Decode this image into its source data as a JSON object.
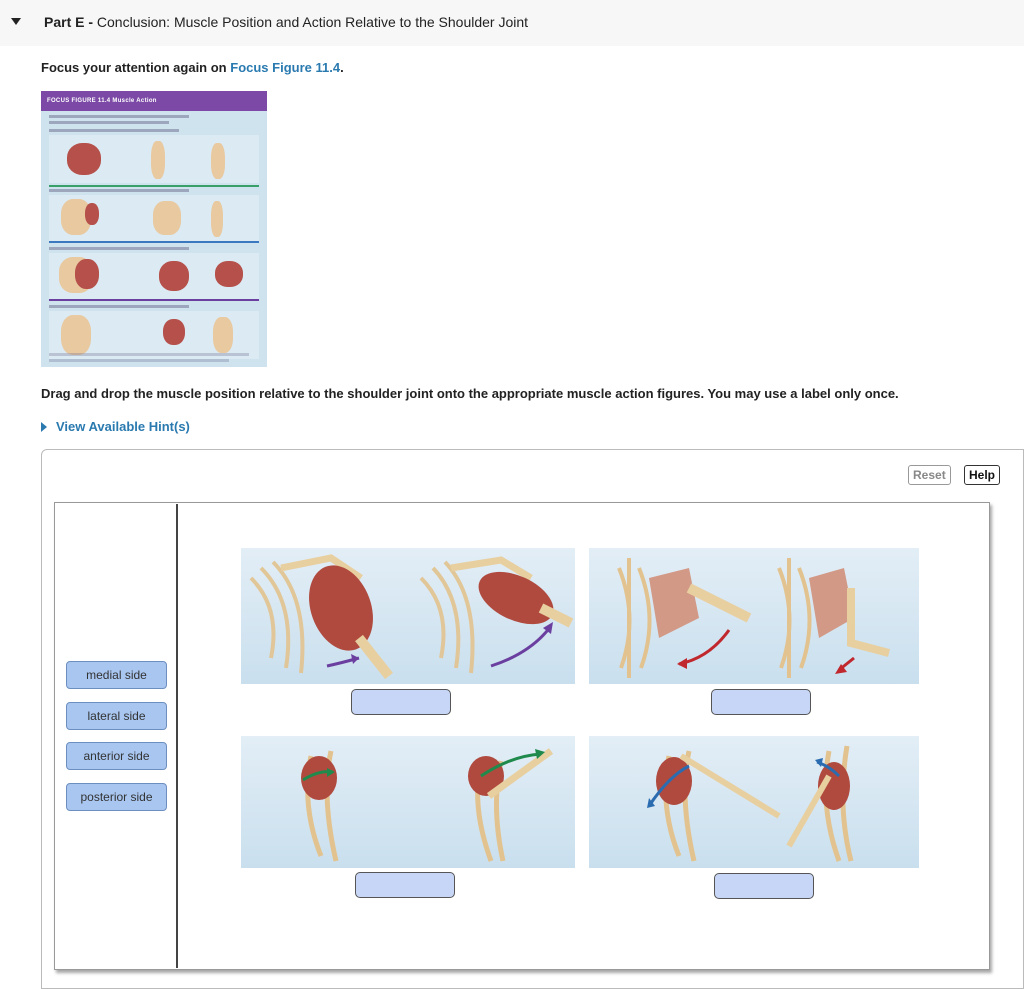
{
  "header": {
    "part_label": "Part E -",
    "part_title": "Conclusion: Muscle Position and Action Relative to the Shoulder Joint"
  },
  "focus": {
    "prefix": "Focus your attention again on",
    "link": "Focus Figure 11.4",
    "suffix": "."
  },
  "thumbnail": {
    "banner": "FOCUS   FIGURE 11.4  Muscle Action"
  },
  "instructions": "Drag and drop the muscle position relative to the shoulder joint onto the appropriate muscle action figures. You may use a label only once.",
  "hint_link": "View Available Hint(s)",
  "toolbar": {
    "reset": "Reset",
    "help": "Help"
  },
  "labels": [
    "medial side",
    "lateral side",
    "anterior side",
    "posterior side"
  ],
  "icons": {
    "collapse": "caret-down-icon",
    "hint": "triangle-right-icon"
  },
  "colors": {
    "link": "#2a7ab0",
    "label_fill": "#a8c6f0",
    "drop_fill": "#c7d6f6",
    "abduction_arrow": "#6b3fa0",
    "adduction_arrow": "#c0282e",
    "flexion_arrow": "#1f8a4c",
    "extension_arrow": "#2b6cb0"
  }
}
